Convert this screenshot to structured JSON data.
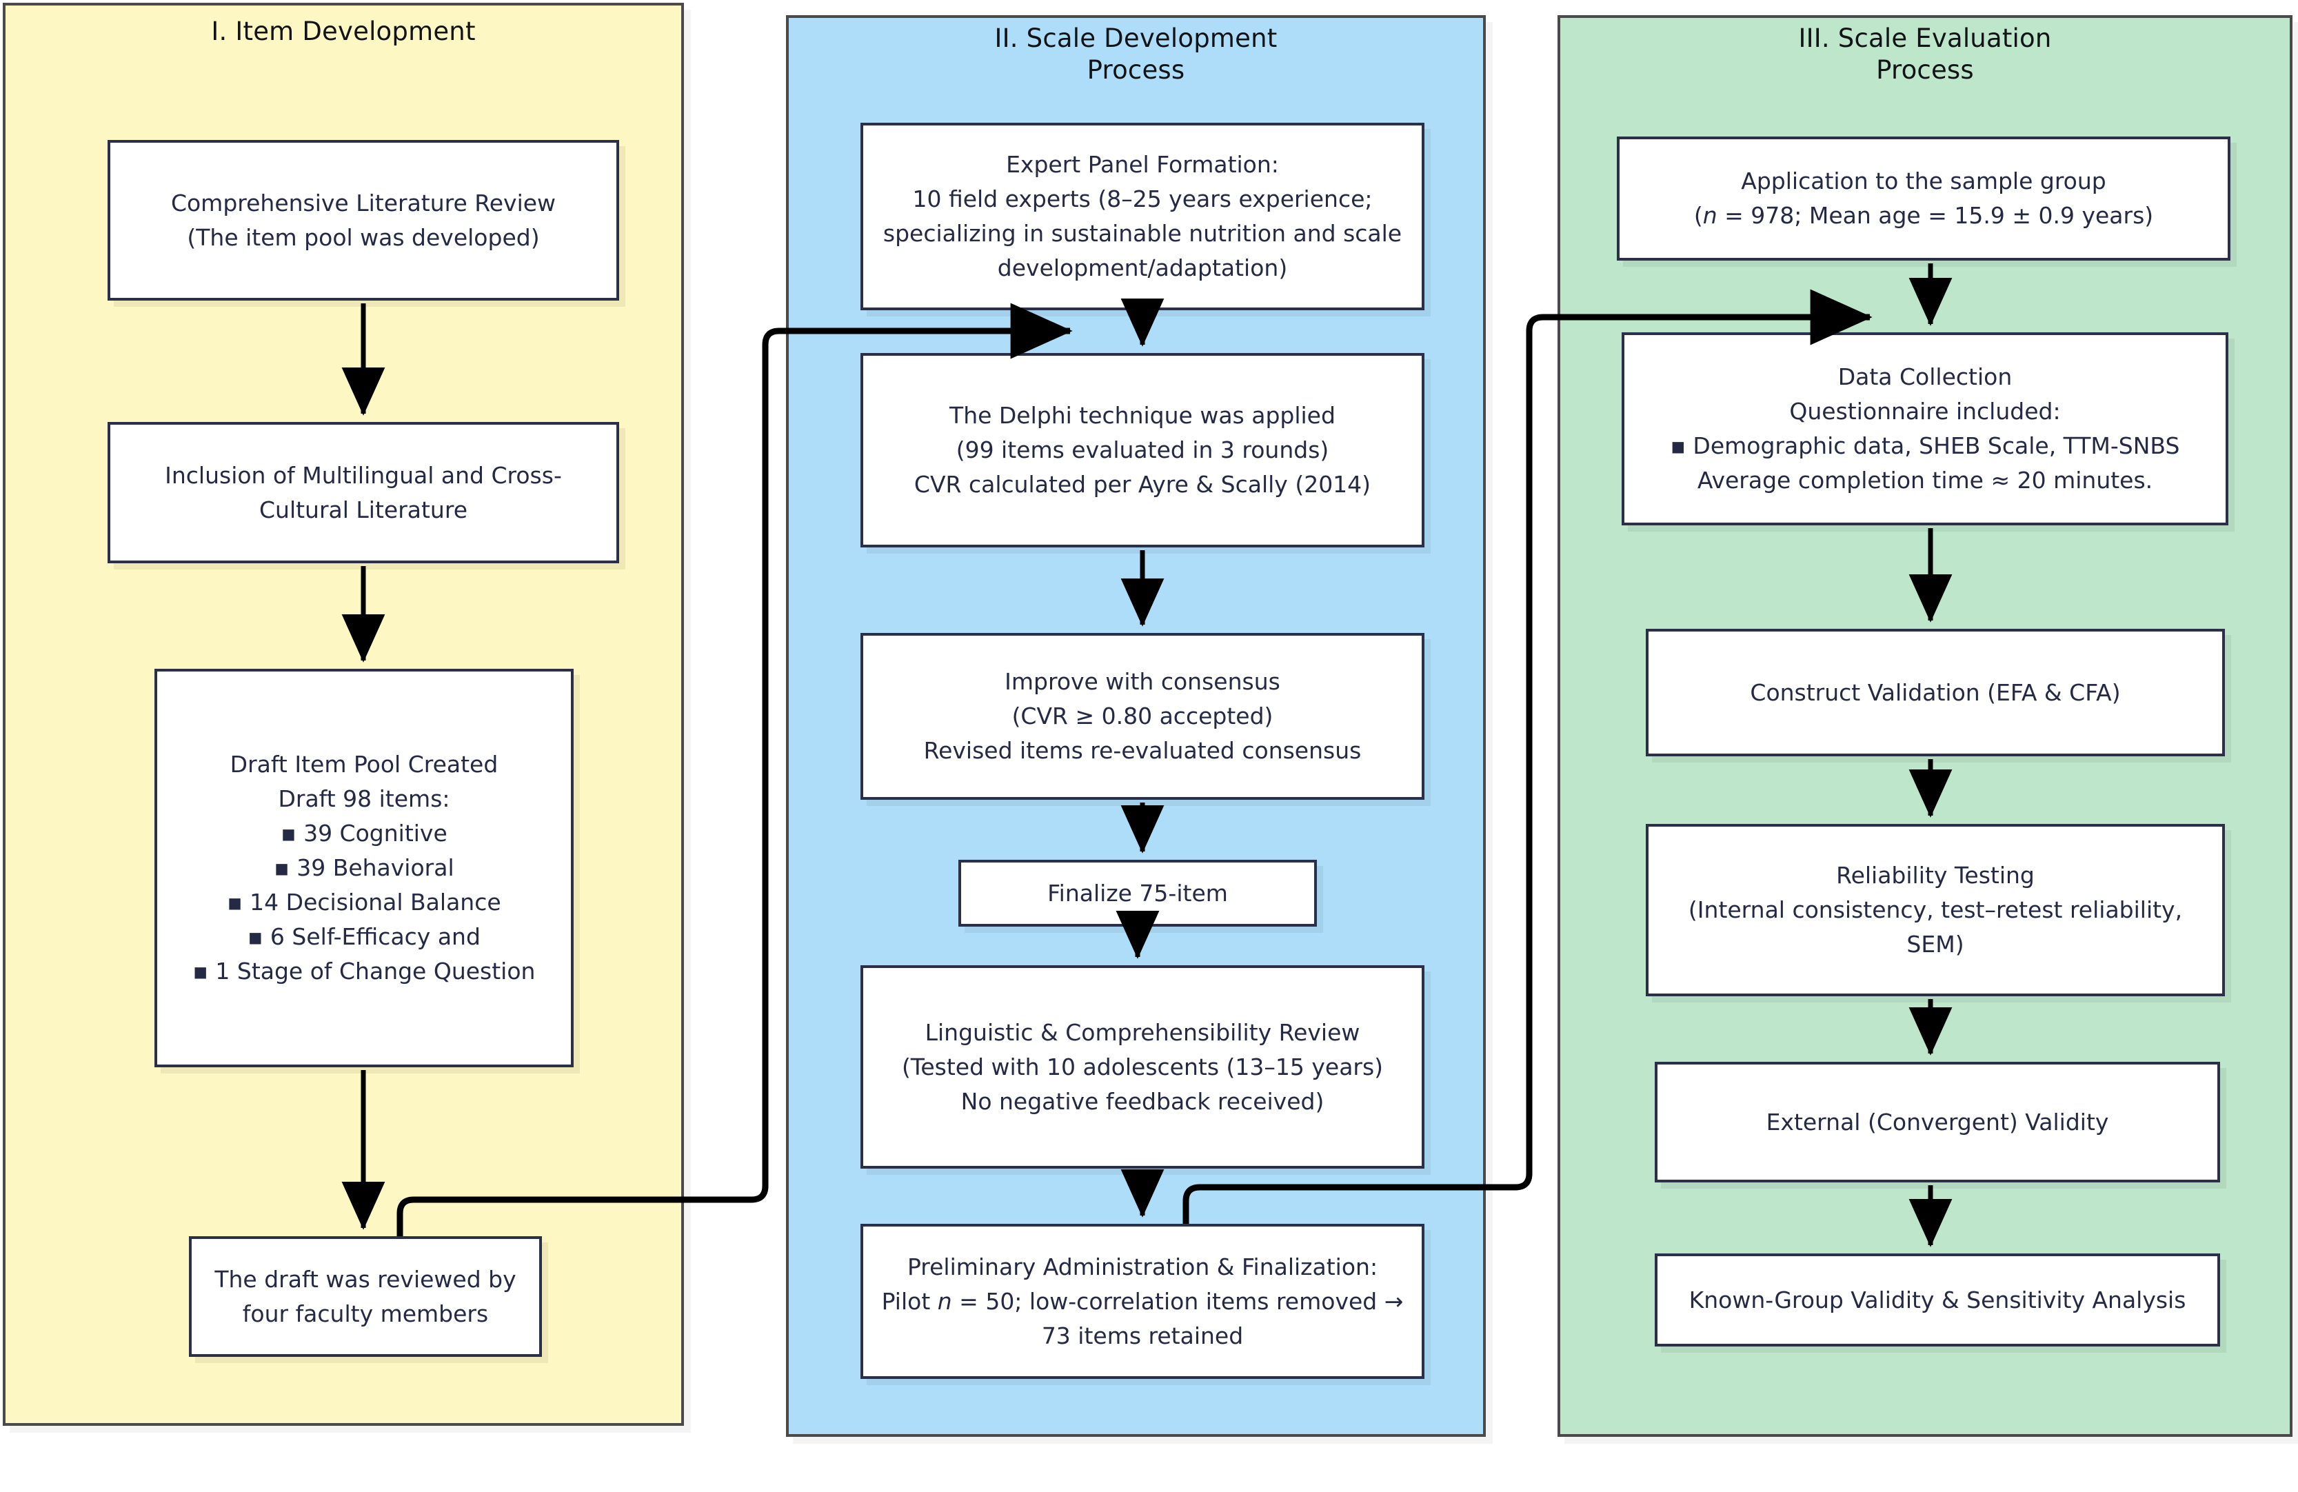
{
  "diagram": {
    "title_internal": "Scale development flowchart",
    "colors": {
      "panel_yellow": "#FDF7C3",
      "panel_blue": "#AEDDFA",
      "panel_green": "#BEE6CA",
      "node_fill": "#FFFFFF",
      "node_border": "#2B2F4A",
      "text": "#252A44",
      "connector": "#000000"
    }
  },
  "panels": [
    {
      "id": "item-development",
      "title": "I. Item Development"
    },
    {
      "id": "scale-development",
      "title": "II. Scale Development\nProcess"
    },
    {
      "id": "scale-evaluation",
      "title": "III. Scale Evaluation\nProcess"
    }
  ],
  "stage1": {
    "title": "I. Item Development",
    "nodes": [
      {
        "id": "lit-review",
        "text": "Comprehensive Literature Review\n(The item pool was developed)"
      },
      {
        "id": "multilingual",
        "text": "Inclusion of Multilingual and Cross-\nCultural Literature"
      },
      {
        "id": "draft-item-pool",
        "text": "Draft Item Pool Created\nDraft 98 items:\n▪ 39 Cognitive\n▪ 39 Behavioral\n▪ 14 Decisional Balance\n▪ 6 Self-Efficacy and\n▪ 1 Stage of Change Question"
      },
      {
        "id": "faculty-review",
        "text": "The draft was reviewed by\nfour faculty members"
      }
    ]
  },
  "stage2": {
    "title_line1": "II. Scale Development",
    "title_line2": "Process",
    "nodes": [
      {
        "id": "expert-panel",
        "text": "Expert Panel Formation:\n10 field experts (8–25 years experience;\nspecializing in sustainable nutrition and scale\ndevelopment/adaptation)"
      },
      {
        "id": "delphi",
        "text": "The Delphi technique was applied\n(99 items evaluated in 3 rounds)\nCVR calculated per Ayre & Scally (2014)"
      },
      {
        "id": "consensus",
        "text": "Improve with consensus\n(CVR ≥ 0.80 accepted)\nRevised items re-evaluated consensus"
      },
      {
        "id": "finalize-75",
        "text": "Finalize 75-item"
      },
      {
        "id": "linguistic",
        "text": "Linguistic & Comprehensibility Review\n(Tested with 10 adolescents (13–15 years)\nNo negative feedback received)"
      },
      {
        "id": "preliminary",
        "text": "Preliminary Administration & Finalization:\nPilot n = 50; low-correlation items removed →\n73 items retained",
        "italic_token": "n"
      }
    ]
  },
  "stage3": {
    "title_line1": "III. Scale Evaluation",
    "title_line2": "Process",
    "nodes": [
      {
        "id": "application",
        "text": "Application to the sample group\n(n = 978; Mean age = 15.9 ± 0.9 years)",
        "italic_token": "n"
      },
      {
        "id": "data-collection",
        "text": "Data Collection\nQuestionnaire included:\n▪ Demographic data, SHEB Scale, TTM-SNBS\nAverage completion time ≈ 20 minutes."
      },
      {
        "id": "construct",
        "text": "Construct Validation (EFA & CFA)"
      },
      {
        "id": "reliability",
        "text": "Reliability Testing\n(Internal consistency, test–retest reliability,\nSEM)"
      },
      {
        "id": "external",
        "text": "External (Convergent) Validity"
      },
      {
        "id": "known-group",
        "text": "Known-Group Validity & Sensitivity Analysis"
      }
    ]
  },
  "connectors": {
    "within_stage1": [
      "lit-review→multilingual",
      "multilingual→draft-item-pool",
      "draft-item-pool→faculty-review"
    ],
    "within_stage2": [
      "expert-panel→delphi",
      "delphi→consensus",
      "consensus→finalize-75",
      "finalize-75→linguistic",
      "linguistic→preliminary"
    ],
    "within_stage3": [
      "application→data-collection",
      "data-collection→construct",
      "construct→reliability",
      "reliability→external",
      "external→known-group"
    ],
    "cross_stage": [
      "faculty-review→expert-panel",
      "preliminary→application"
    ]
  }
}
